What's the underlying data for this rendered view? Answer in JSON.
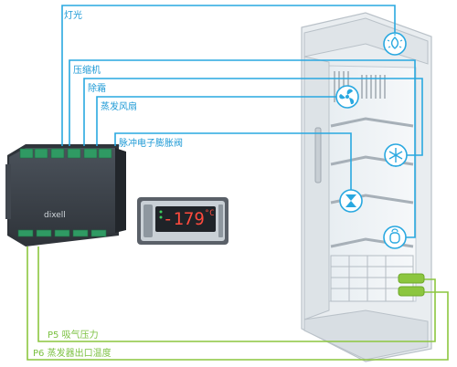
{
  "labels": {
    "light": "灯光",
    "compressor": "压缩机",
    "defrost": "除霜",
    "evap_fan": "蒸发风扇",
    "eev": "脉冲电子膨胀阀",
    "p5": "P5 吸气压力",
    "p6": "P6 蒸发器出口温度"
  },
  "controller": {
    "brand": "dixell"
  },
  "display": {
    "reading": "-179",
    "unit": "°C"
  },
  "colors": {
    "blue_line": "#29a8e0",
    "green_line": "#8cc63f",
    "module_body": "#3a4048"
  }
}
